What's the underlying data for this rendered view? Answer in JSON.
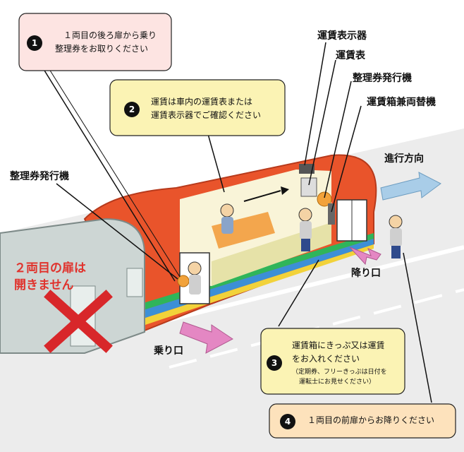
{
  "steps": [
    {
      "num": "1",
      "line1": "１両目の後ろ扉から乗り",
      "line2": "整理券をお取りください"
    },
    {
      "num": "2",
      "line1": "運賃は車内の運賃表または",
      "line2": "運賃表示器でご確認ください"
    },
    {
      "num": "3",
      "line1": "運賃箱にきっぷ又は運賃",
      "line2": "をお入れください",
      "note1": "（定期券、フリーきっぷは日付を",
      "note2": "運転士にお見せください）"
    },
    {
      "num": "4",
      "line1": "１両目の前扉からお降りください"
    }
  ],
  "labels": {
    "fare_display": "運賃表示器",
    "fare_table": "運賃表",
    "ticket_machine_right": "整理券発行機",
    "fare_box": "運賃箱兼両替機",
    "direction": "進行方向",
    "ticket_machine_left": "整理券発行機",
    "exit": "降り口",
    "entrance": "乗り口",
    "no_door_line1": "２両目の扉は",
    "no_door_line2": "開きません"
  },
  "colors": {
    "bubble_pink": "#fde4e2",
    "bubble_yellow": "#fbf3b4",
    "bubble_orange": "#fde2bc",
    "car_orange": "#e9542b",
    "car_grey": "#cdd6d4",
    "arrow_pink": "#e487c3",
    "arrow_blue": "#a9cde8",
    "warning_red": "#e0322c"
  }
}
